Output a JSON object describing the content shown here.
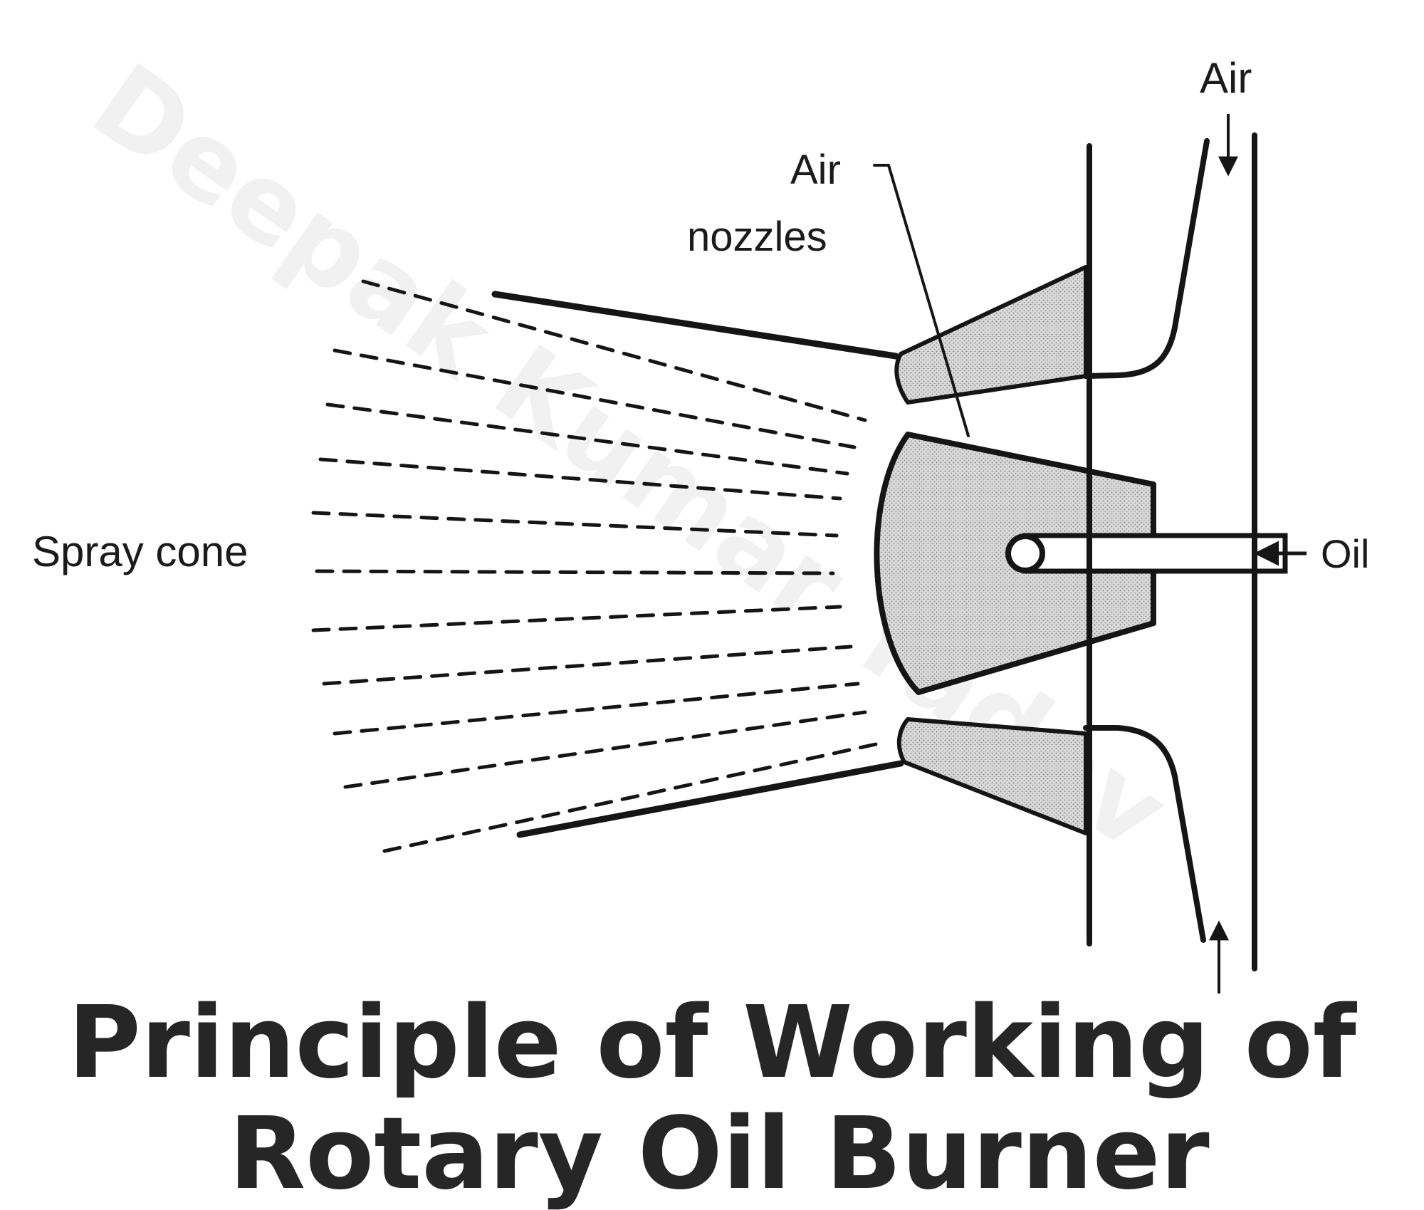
{
  "labels": {
    "air_top": "Air",
    "air_nozzles": "Air\nnozzles",
    "spray_cone": "Spray cone",
    "oil": "Oil"
  },
  "watermark": "Deepak Kumar Yadav",
  "title": {
    "line1": "Principle of Working of",
    "line2": "Rotary Oil Burner"
  },
  "colors": {
    "ink": "#151515",
    "title": "#262626",
    "shading": "#c9c9c9",
    "watermark": "#f2f2f2"
  }
}
